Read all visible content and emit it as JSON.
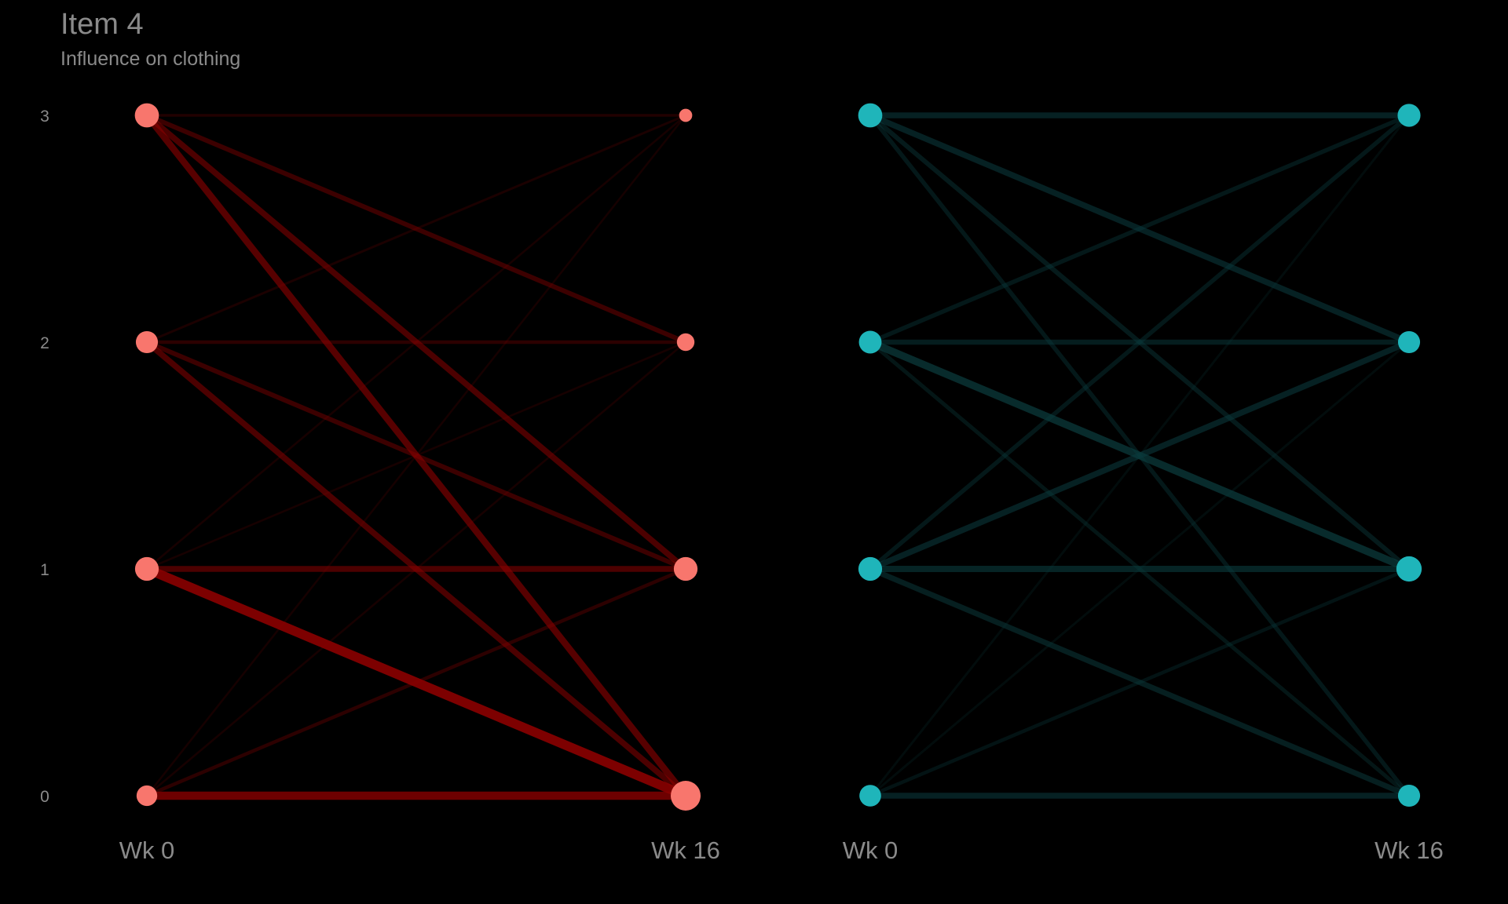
{
  "chart_data": {
    "type": "line",
    "title": "Item 4",
    "subtitle": "Influence on clothing",
    "xlabel": "",
    "ylabel": "",
    "y_ticks": [
      "0",
      "1",
      "2",
      "3"
    ],
    "ylim": [
      0,
      3
    ],
    "grid": false,
    "legend": "none",
    "background": "#000000",
    "text_color": "#8a8a8a",
    "panels": [
      {
        "x_ticks": [
          "Wk 0",
          "Wk 16"
        ],
        "color": "#f8766d",
        "line_color": "#8b0000",
        "start_points": [
          {
            "score": 0,
            "size": 0.55
          },
          {
            "score": 1,
            "size": 0.7
          },
          {
            "score": 2,
            "size": 0.62
          },
          {
            "score": 3,
            "size": 0.72
          }
        ],
        "end_points": [
          {
            "score": 0,
            "size": 1.0
          },
          {
            "score": 1,
            "size": 0.7
          },
          {
            "score": 2,
            "size": 0.4
          },
          {
            "score": 3,
            "size": 0.18
          }
        ],
        "transitions": [
          {
            "from": 0,
            "to": 0,
            "weight": 0.85
          },
          {
            "from": 0,
            "to": 1,
            "weight": 0.25
          },
          {
            "from": 0,
            "to": 2,
            "weight": 0.06
          },
          {
            "from": 0,
            "to": 3,
            "weight": 0.05
          },
          {
            "from": 1,
            "to": 0,
            "weight": 1.0
          },
          {
            "from": 1,
            "to": 1,
            "weight": 0.55
          },
          {
            "from": 1,
            "to": 2,
            "weight": 0.06
          },
          {
            "from": 1,
            "to": 3,
            "weight": 0.06
          },
          {
            "from": 2,
            "to": 0,
            "weight": 0.55
          },
          {
            "from": 2,
            "to": 1,
            "weight": 0.4
          },
          {
            "from": 2,
            "to": 2,
            "weight": 0.25
          },
          {
            "from": 2,
            "to": 3,
            "weight": 0.1
          },
          {
            "from": 3,
            "to": 0,
            "weight": 0.65
          },
          {
            "from": 3,
            "to": 1,
            "weight": 0.55
          },
          {
            "from": 3,
            "to": 2,
            "weight": 0.4
          },
          {
            "from": 3,
            "to": 3,
            "weight": 0.15
          }
        ]
      },
      {
        "x_ticks": [
          "Wk 0",
          "Wk 16"
        ],
        "color": "#1fb5ba",
        "line_color": "#0b3d3f",
        "start_points": [
          {
            "score": 0,
            "size": 0.6
          },
          {
            "score": 1,
            "size": 0.7
          },
          {
            "score": 2,
            "size": 0.65
          },
          {
            "score": 3,
            "size": 0.72
          }
        ],
        "end_points": [
          {
            "score": 0,
            "size": 0.62
          },
          {
            "score": 1,
            "size": 0.78
          },
          {
            "score": 2,
            "size": 0.62
          },
          {
            "score": 3,
            "size": 0.66
          }
        ],
        "transitions": [
          {
            "from": 0,
            "to": 0,
            "weight": 0.55
          },
          {
            "from": 0,
            "to": 1,
            "weight": 0.25
          },
          {
            "from": 0,
            "to": 2,
            "weight": 0.1
          },
          {
            "from": 0,
            "to": 3,
            "weight": 0.1
          },
          {
            "from": 1,
            "to": 0,
            "weight": 0.5
          },
          {
            "from": 1,
            "to": 1,
            "weight": 0.6
          },
          {
            "from": 1,
            "to": 2,
            "weight": 0.55
          },
          {
            "from": 1,
            "to": 3,
            "weight": 0.35
          },
          {
            "from": 2,
            "to": 0,
            "weight": 0.3
          },
          {
            "from": 2,
            "to": 1,
            "weight": 0.75
          },
          {
            "from": 2,
            "to": 2,
            "weight": 0.45
          },
          {
            "from": 2,
            "to": 3,
            "weight": 0.35
          },
          {
            "from": 3,
            "to": 0,
            "weight": 0.35
          },
          {
            "from": 3,
            "to": 1,
            "weight": 0.4
          },
          {
            "from": 3,
            "to": 2,
            "weight": 0.55
          },
          {
            "from": 3,
            "to": 3,
            "weight": 0.55
          }
        ]
      }
    ]
  }
}
